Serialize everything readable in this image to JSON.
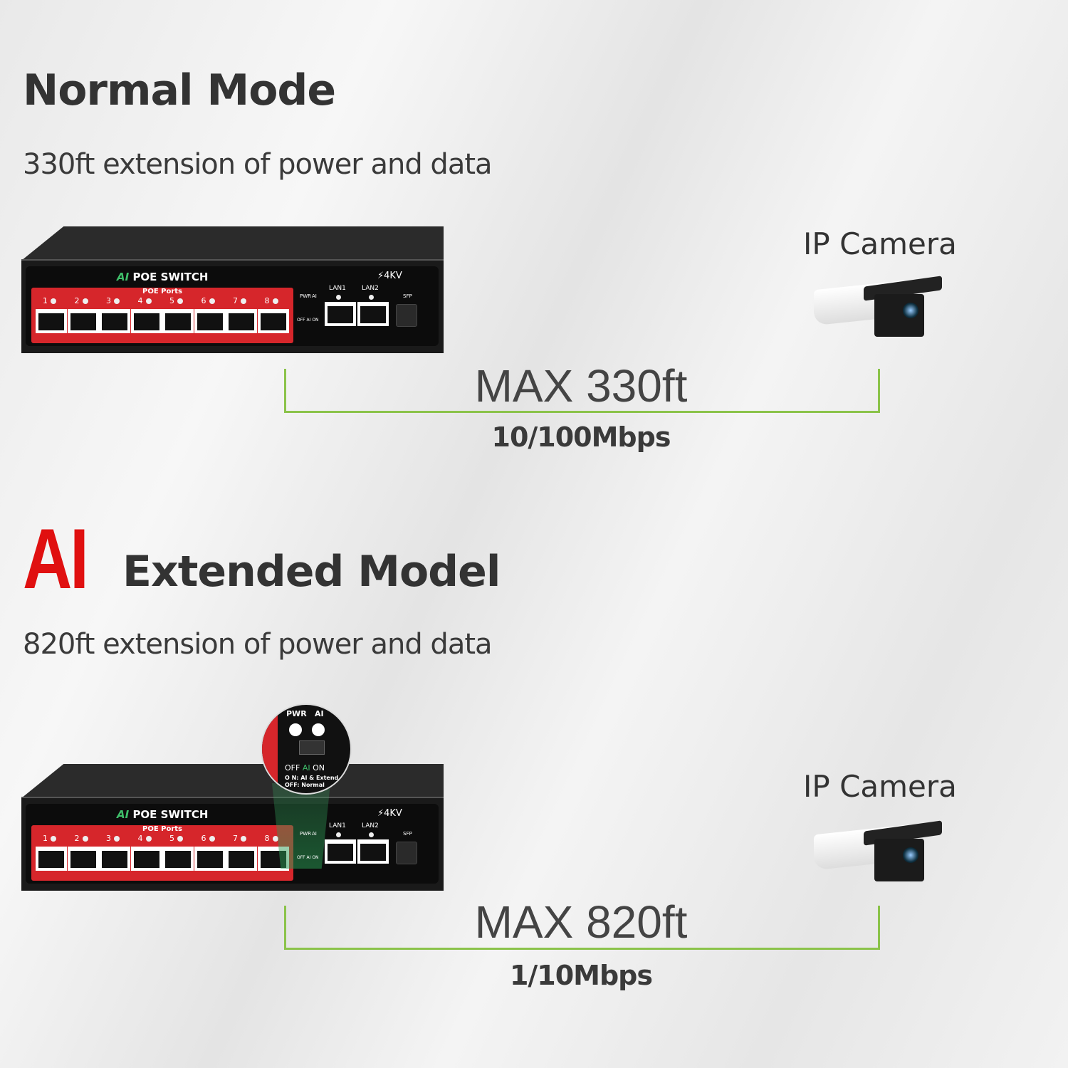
{
  "sections": [
    {
      "title": "Normal Mode",
      "subtitle": "330ft extension of power and data",
      "camera_label": "IP Camera",
      "distance": "MAX 330ft",
      "speed": "10/100Mbps"
    },
    {
      "title_prefix": "AI",
      "title": "Extended Model",
      "subtitle": "820ft extension of power and data",
      "camera_label": "IP Camera",
      "distance": "MAX 820ft",
      "speed": "1/10Mbps",
      "zoom_callout": {
        "pwr": "PWR",
        "ai": "AI",
        "off": "OFF",
        "ai_mid": "AI",
        "on": "ON",
        "note1": "O N: AI & Extend",
        "note2": "OFF: Normal"
      }
    }
  ],
  "switch": {
    "brand_prefix": "AI",
    "name": "POE SWITCH",
    "surge": "⚡4KV",
    "poe_label": "POE Ports",
    "ports": [
      "1",
      "2",
      "3",
      "4",
      "5",
      "6",
      "7",
      "8"
    ],
    "pwr": "PWR",
    "ai": "AI",
    "lan1": "LAN1",
    "lan2": "LAN2",
    "sfp": "SFP",
    "switch_labels": "OFF AI ON"
  },
  "colors": {
    "accent_red": "#e01010",
    "bracket_green": "#8bc34a",
    "panel_red": "#d6262b"
  }
}
